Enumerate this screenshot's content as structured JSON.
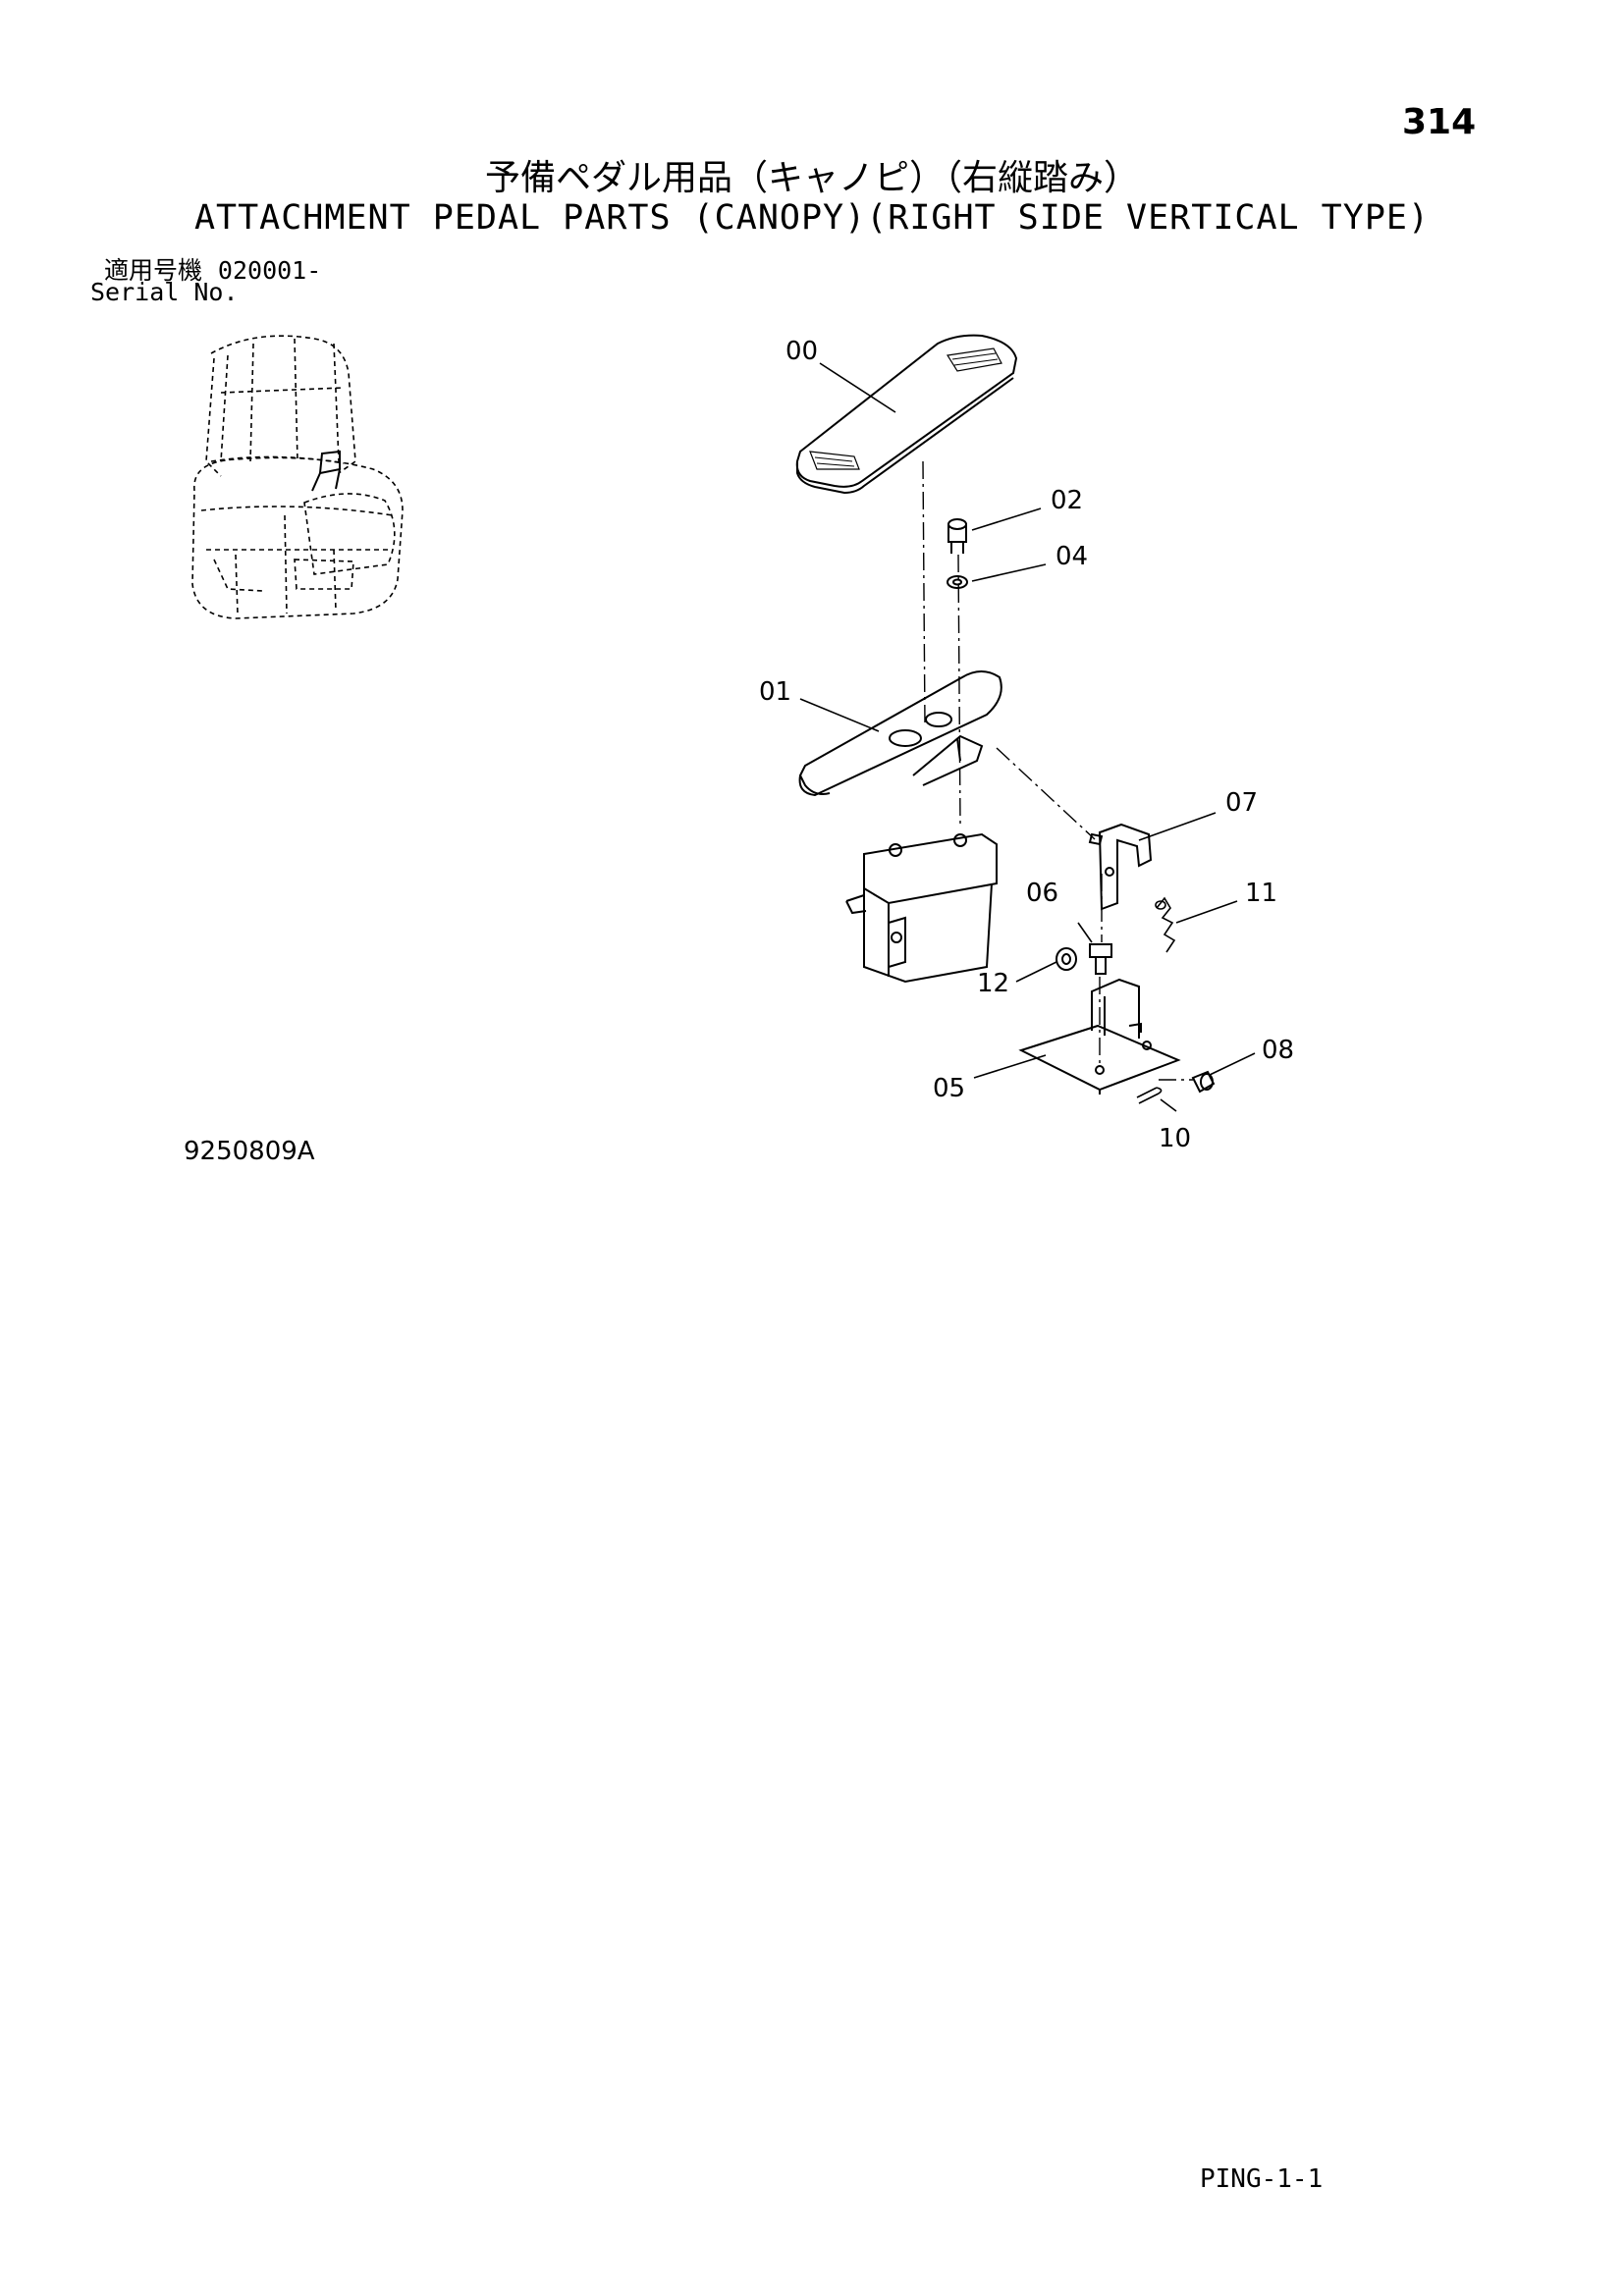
{
  "page_number": "314",
  "title_jp": "予備ペダル用品（キャノピ）（右縦踏み）",
  "title_en": "ATTACHMENT PEDAL PARTS (CANOPY)(RIGHT SIDE VERTICAL TYPE)",
  "serial": {
    "label_jp": "適用号機",
    "value": "020001-",
    "label_en": "Serial No."
  },
  "part_labels": {
    "p00": "00",
    "p01": "01",
    "p02": "02",
    "p04": "04",
    "p05": "05",
    "p06": "06",
    "p07": "07",
    "p08": "08",
    "p10": "10",
    "p11": "11",
    "p12": "12"
  },
  "drawing_number": "9250809A",
  "footer_code": "PING-1-1"
}
